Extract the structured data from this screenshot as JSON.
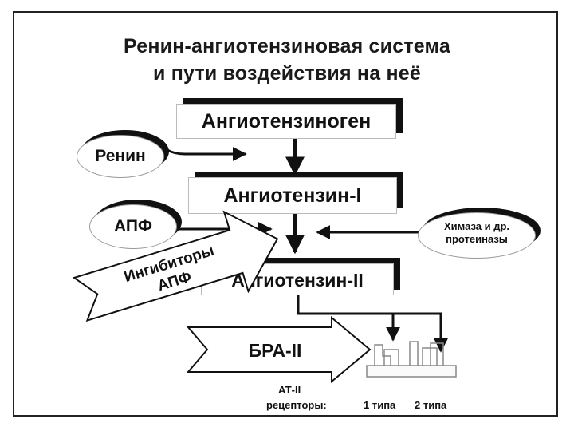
{
  "title": {
    "line1": "Ренин-ангиотензиновая система",
    "line2": "и пути воздействия на неё"
  },
  "nodes": {
    "angiotensinogen": "Ангиотензиноген",
    "angiotensin1": "Ангиотензин-I",
    "angiotensin2": "Ангиотензин-II"
  },
  "agents": {
    "renin": "Ренин",
    "ace": "АПФ",
    "chymase_line1": "Химаза и др.",
    "chymase_line2": "протеиназы"
  },
  "blockers": {
    "ace_inhibitors_line1": "Ингибиторы",
    "ace_inhibitors_line2": "АПФ",
    "arb": "БРА-II"
  },
  "receptors": {
    "label_line1": "АТ-II",
    "label_line2": "рецепторы:",
    "type1": "1 типа",
    "type2": "2 типа"
  }
}
